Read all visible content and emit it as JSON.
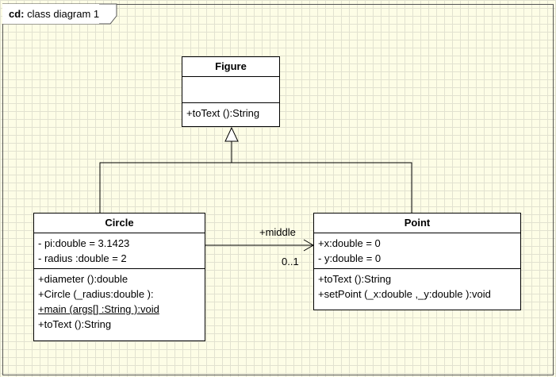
{
  "frame": {
    "keyword": "cd:",
    "title": "class diagram 1"
  },
  "figure": {
    "name": "Figure",
    "attributes": [],
    "operations": [
      "+toText ():String"
    ]
  },
  "circle": {
    "name": "Circle",
    "attributes": [
      "- pi:double = 3.1423",
      "- radius :double = 2"
    ],
    "operations": [
      "+diameter ():double",
      "+Circle (_radius:double ):",
      "+main (args[] :String ):void",
      "+toText ():String"
    ]
  },
  "point": {
    "name": "Point",
    "attributes": [
      "+x:double = 0",
      "- y:double = 0"
    ],
    "operations": [
      "+toText ():String",
      "+setPoint (_x:double ,_y:double ):void"
    ]
  },
  "association": {
    "role": "+middle",
    "multiplicity": "0..1"
  }
}
